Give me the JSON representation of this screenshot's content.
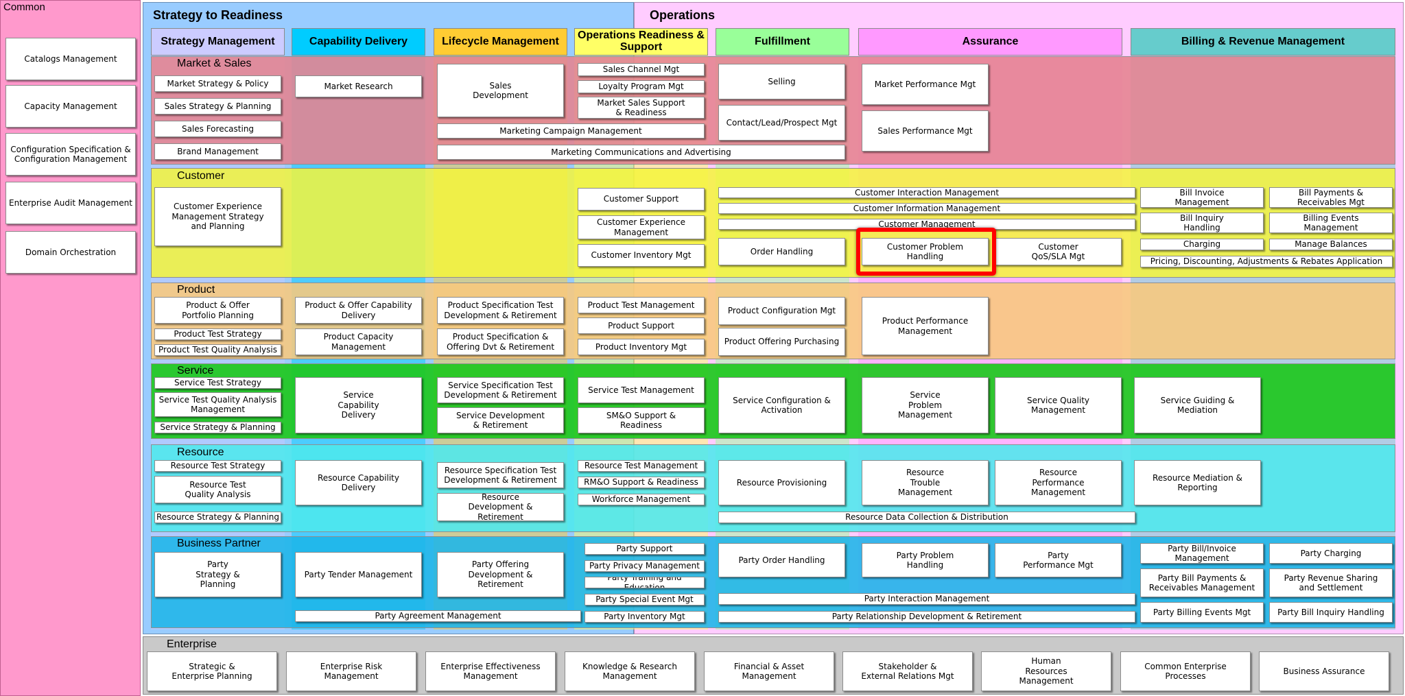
{
  "zones": {
    "common": "Common",
    "strategy": "Strategy to Readiness",
    "operations": "Operations",
    "enterprise": "Enterprise"
  },
  "columns": {
    "strategy_management": "Strategy Management",
    "capability_delivery": "Capability Delivery",
    "lifecycle_management": "Lifecycle Management",
    "ops_readiness": "Operations Readiness & Support",
    "fulfillment": "Fulfillment",
    "assurance": "Assurance",
    "billing": "Billing & Revenue Management"
  },
  "rows": {
    "market_sales": "Market & Sales",
    "customer": "Customer",
    "product": "Product",
    "service": "Service",
    "resource": "Resource",
    "business_partner": "Business Partner"
  },
  "colors": {
    "common_bg": "#ff99cc",
    "strategy_bg": "#99ccff",
    "operations_bg": "#ffccff",
    "enterprise_bg": "#c9c9c9",
    "market_sales": "#e5838f",
    "customer": "#f5f53a",
    "product": "#f8c87c",
    "service": "#1ec81e",
    "resource": "#4de8ed",
    "business_partner": "#1cb5e8",
    "highlight": "#ff0000"
  },
  "common": [
    "Catalogs Management",
    "Capacity Management",
    "Configuration Specification & Configuration Management",
    "Enterprise Audit Management",
    "Domain Orchestration"
  ],
  "market_sales": {
    "market_strategy": "Market Strategy & Policy",
    "sales_strategy": "Sales Strategy & Planning",
    "sales_forecasting": "Sales Forecasting",
    "brand_management": "Brand Management",
    "market_research": "Market Research",
    "sales_development": "Sales Development",
    "sales_channel": "Sales Channel Mgt",
    "loyalty": "Loyalty Program Mgt",
    "market_sales_support": "Market Sales Support & Readiness",
    "marketing_campaign": "Marketing Campaign Management",
    "marketing_comms": "Marketing Communications and Advertising",
    "selling": "Selling",
    "contact_lead": "Contact/Lead/Prospect Mgt",
    "market_performance": "Market Performance Mgt",
    "sales_performance": "Sales Performance Mgt"
  },
  "customer": {
    "cx_strategy": "Customer Experience Management Strategy and Planning",
    "customer_support": "Customer Support",
    "cx_management": "Customer Experience Management",
    "customer_inventory": "Customer Inventory Mgt",
    "interaction": "Customer Interaction Management",
    "information": "Customer Information Management",
    "management": "Customer Management",
    "order_handling": "Order Handling",
    "problem_handling": "Customer Problem Handling",
    "qos_sla": "Customer QoS/SLA Mgt",
    "bill_invoice": "Bill Invoice Management",
    "bill_payments": "Bill Payments & Receivables Mgt",
    "bill_inquiry": "Bill Inquiry Handling",
    "billing_events": "Billing Events Management",
    "charging": "Charging",
    "manage_balances": "Manage Balances",
    "pricing": "Pricing, Discounting, Adjustments & Rebates Application"
  },
  "product": {
    "portfolio_planning": "Product & Offer Portfolio Planning",
    "test_strategy": "Product Test Strategy",
    "test_quality": "Product Test Quality Analysis",
    "offer_capability": "Product & Offer Capability Delivery",
    "capacity": "Product Capacity Management",
    "spec_test_dev": "Product Specification Test Development & Retirement",
    "spec_offering": "Product Specification & Offering Dvt & Retirement",
    "test_management": "Product Test Management",
    "support": "Product Support",
    "inventory": "Product Inventory Mgt",
    "configuration": "Product Configuration Mgt",
    "offering_purchasing": "Product Offering Purchasing",
    "performance": "Product Performance Management"
  },
  "service": {
    "test_strategy": "Service Test Strategy",
    "test_quality": "Service Test Quality Analysis Management",
    "strategy_planning": "Service Strategy & Planning",
    "capability": "Service Capability Delivery",
    "spec_test_dev": "Service Specification Test Development & Retirement",
    "development": "Service Development & Retirement",
    "test_management": "Service Test Management",
    "smso": "SM&O Support & Readiness",
    "config_activation": "Service Configuration & Activation",
    "problem": "Service Problem Management",
    "quality": "Service Quality Management",
    "guiding": "Service Guiding & Mediation"
  },
  "resource": {
    "test_strategy": "Resource Test Strategy",
    "test_quality": "Resource Test Quality Analysis",
    "strategy_planning": "Resource Strategy & Planning",
    "capability": "Resource Capability Delivery",
    "spec_test_dev": "Resource Specification Test Development & Retirement",
    "development": "Resource Development & Retirement",
    "test_management": "Resource Test Management",
    "rmo": "RM&O Support & Readiness",
    "workforce": "Workforce Management",
    "provisioning": "Resource Provisioning",
    "trouble": "Resource Trouble Management",
    "performance": "Resource Performance Management",
    "mediation": "Resource Mediation & Reporting",
    "data_collection": "Resource Data Collection & Distribution"
  },
  "partner": {
    "strategy_planning": "Party Strategy & Planning",
    "tender": "Party Tender Management",
    "offering_dev": "Party Offering Development & Retirement",
    "agreement": "Party Agreement Management",
    "support": "Party Support",
    "privacy": "Party Privacy Management",
    "training": "Party Training and Education",
    "special_event": "Party Special Event Mgt",
    "inventory": "Party Inventory Mgt",
    "order_handling": "Party Order Handling",
    "problem": "Party Problem Handling",
    "performance": "Party Performance Mgt",
    "interaction": "Party Interaction Management",
    "relationship": "Party Relationship Development & Retirement",
    "bill_invoice": "Party Bill/Invoice Management",
    "charging": "Party Charging",
    "bill_payments": "Party Bill Payments & Receivables Management",
    "revenue_sharing": "Party Revenue Sharing and Settlement",
    "billing_events": "Party Billing Events Mgt",
    "bill_inquiry": "Party Bill Inquiry Handling"
  },
  "enterprise": [
    "Strategic & Enterprise Planning",
    "Enterprise Risk Management",
    "Enterprise Effectiveness Management",
    "Knowledge & Research Management",
    "Financial & Asset Management",
    "Stakeholder & External Relations Mgt",
    "Human Resources Management",
    "Common Enterprise Processes",
    "Business Assurance"
  ]
}
